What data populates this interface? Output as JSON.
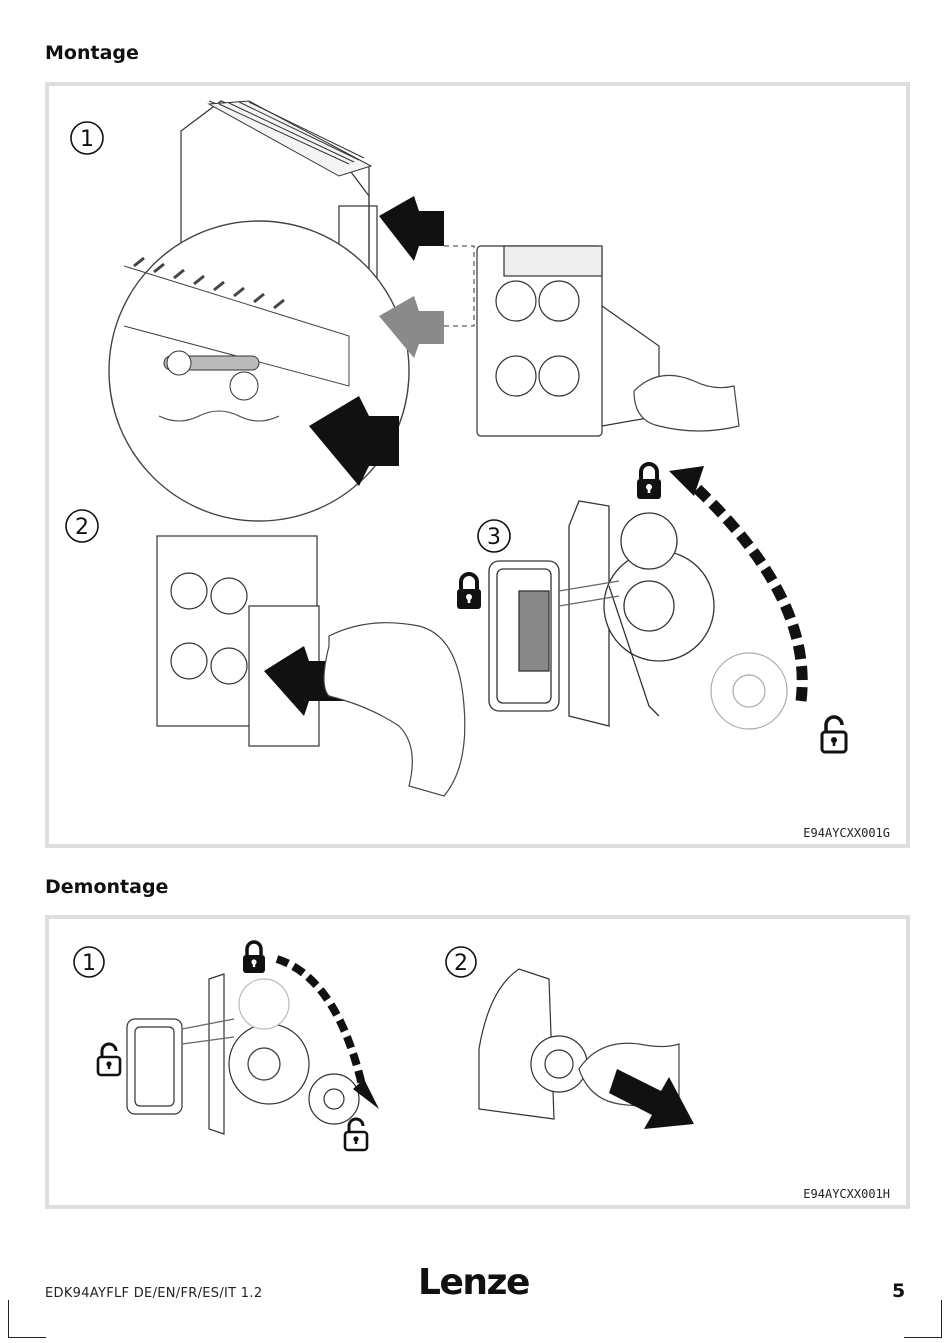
{
  "sections": {
    "montage": {
      "title": "Montage",
      "figure_code": "E94AYCXX001G",
      "steps": [
        "1",
        "2",
        "3"
      ]
    },
    "demontage": {
      "title": "Demontage",
      "figure_code": "E94AYCXX001H",
      "steps": [
        "1",
        "2"
      ]
    }
  },
  "footer": {
    "doc_id": "EDK94AYFLF  DE/EN/FR/ES/IT  1.2",
    "brand": "Lenze",
    "page_number": "5"
  },
  "colors": {
    "frame_border": "#dedede",
    "ink": "#111111",
    "accent_gray": "#8a8a8a"
  },
  "icons": [
    "lock-closed-icon",
    "lock-open-icon",
    "arrow-icon",
    "hand-icon"
  ]
}
